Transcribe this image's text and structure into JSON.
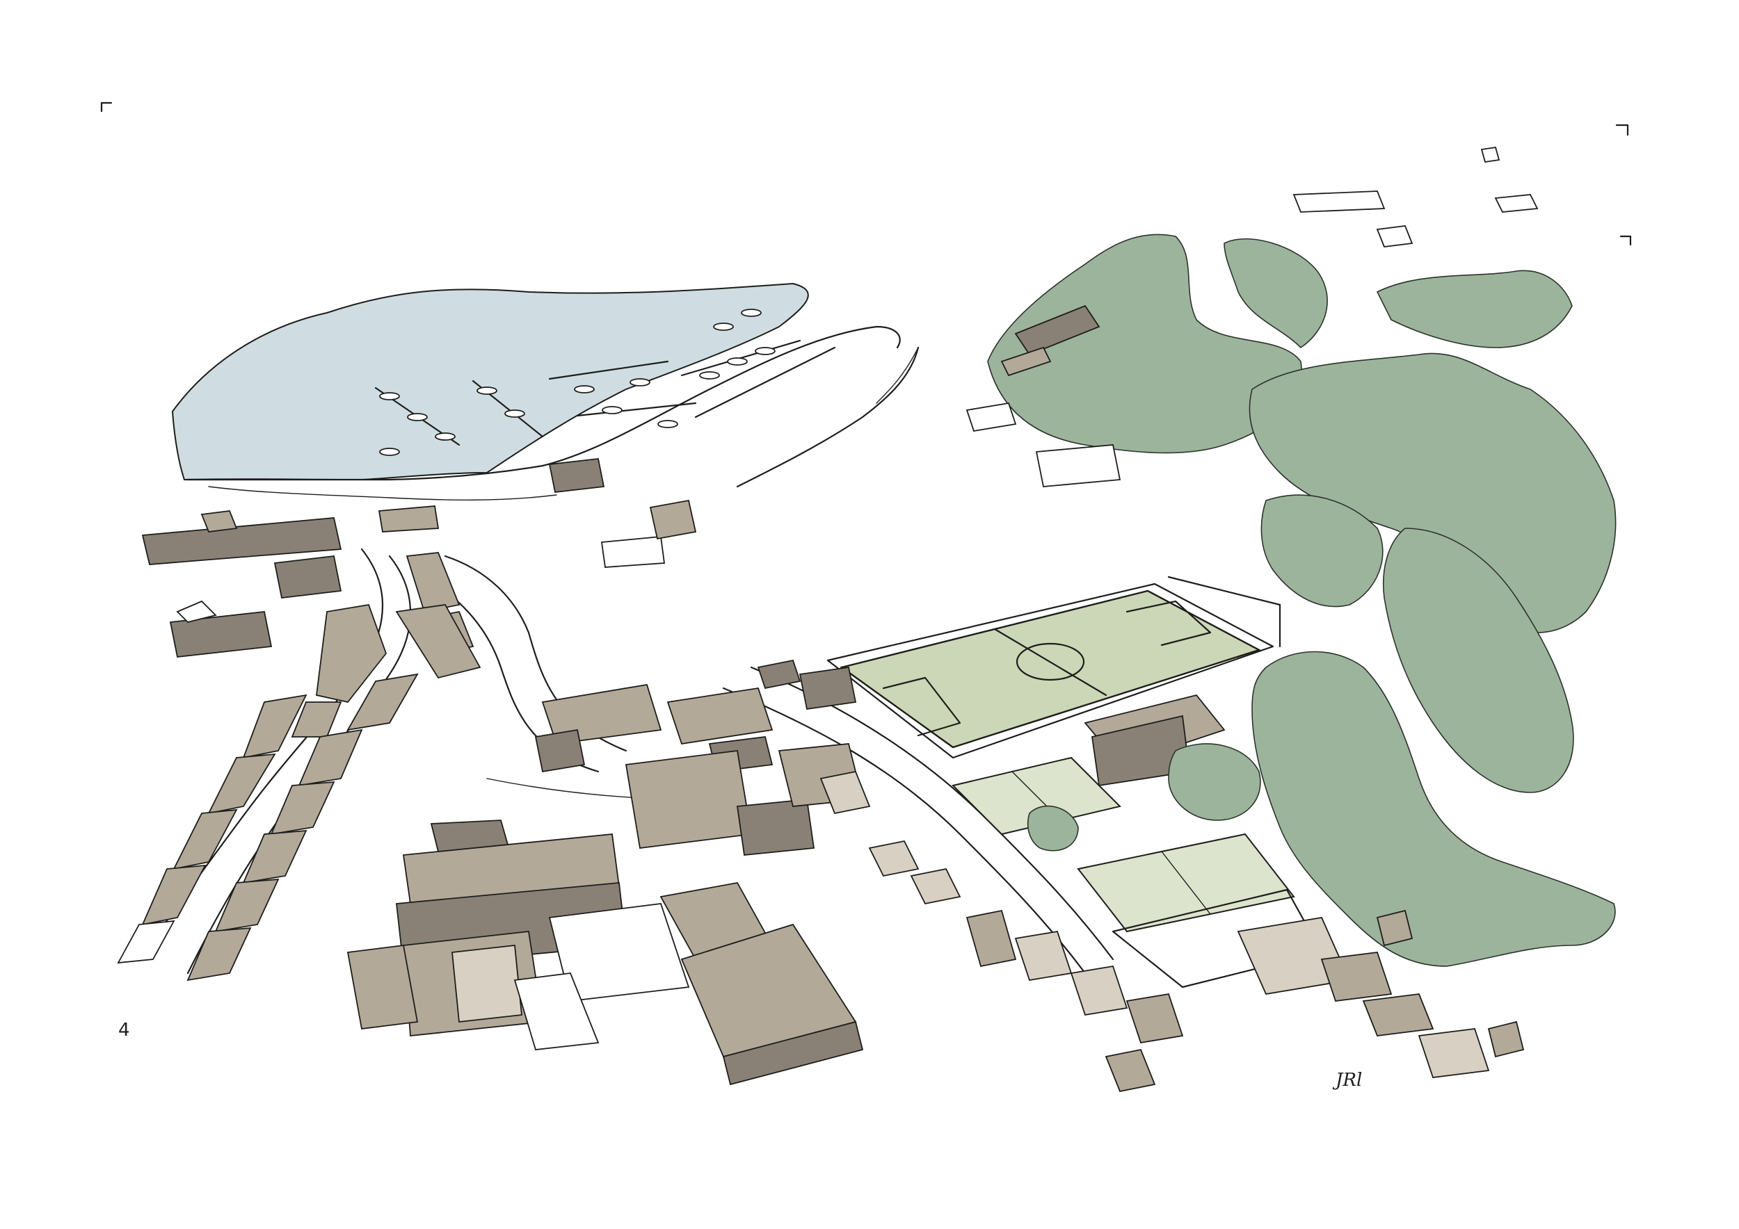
{
  "illustration": {
    "corner_mark_left": "⌜",
    "corner_mark_right": "⌝",
    "page_number": "4",
    "signature": "JRl"
  },
  "palette": {
    "water": "#cfdde2",
    "trees": "#9db49c",
    "pitch": "#cbd7b6",
    "court": "#dde4cd",
    "roof_dark": "#8a8176",
    "roof_mid": "#b3a999",
    "roof_light": "#d8d0c2",
    "ink": "#1d1d1b"
  },
  "features": [
    {
      "name": "harbour-marina",
      "icon": "boat-icon"
    },
    {
      "name": "football-pitch",
      "icon": "pitch-icon"
    },
    {
      "name": "tennis-courts",
      "icon": "court-icon"
    },
    {
      "name": "woodland",
      "icon": "tree-icon"
    },
    {
      "name": "town-buildings",
      "icon": "building-icon"
    }
  ]
}
